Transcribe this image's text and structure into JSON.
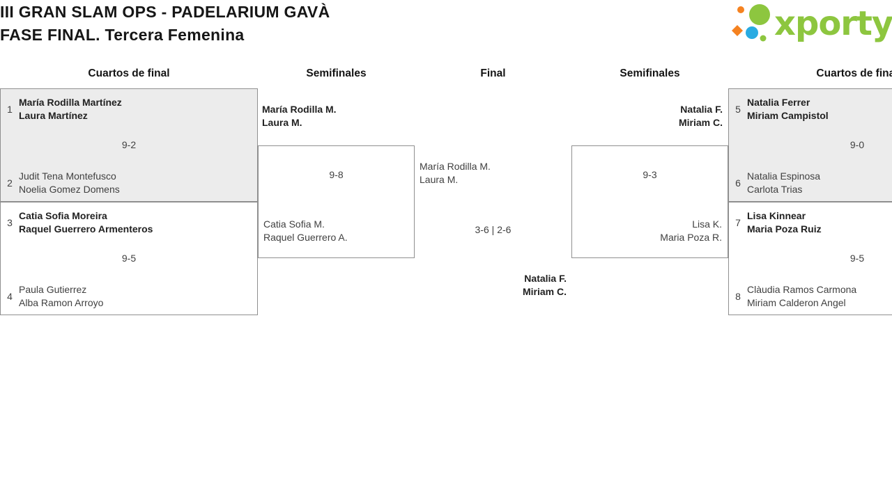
{
  "header": {
    "title_line1": "III GRAN SLAM OPS - PADELARIUM GAVÀ",
    "title_line2": "FASE FINAL. Tercera Femenina"
  },
  "logo": {
    "text": "xporty"
  },
  "columns": {
    "c1": "Cuartos de final",
    "c2": "Semifinales",
    "c3": "Final",
    "c4": "Semifinales",
    "c5": "Cuartos de final"
  },
  "matches": {
    "qf_left_top": {
      "seed_top": "1",
      "top_line1": "María Rodilla Martínez",
      "top_line2": "Laura Martínez",
      "score": "9-2",
      "seed_bottom": "2",
      "bottom_line1": "Judit Tena Montefusco",
      "bottom_line2": "Noelia Gomez Domens"
    },
    "qf_left_bottom": {
      "seed_top": "3",
      "top_line1": "Catia Sofia Moreira",
      "top_line2": "Raquel Guerrero Armenteros",
      "score": "9-5",
      "seed_bottom": "4",
      "bottom_line1": "Paula Gutierrez",
      "bottom_line2": "Alba Ramon Arroyo"
    },
    "sf_left": {
      "top_line1": "María Rodilla M.",
      "top_line2": "Laura M.",
      "score": "9-8",
      "bottom_line1": "Catia Sofia M.",
      "bottom_line2": "Raquel Guerrero A."
    },
    "final": {
      "top_line1": "María Rodilla M.",
      "top_line2": "Laura M.",
      "score": "3-6 | 2-6",
      "winner_line1": "Natalia F.",
      "winner_line2": "Miriam C."
    },
    "sf_right": {
      "top_line1": "Natalia F.",
      "top_line2": "Miriam C.",
      "score": "9-3",
      "bottom_line1": "Lisa K.",
      "bottom_line2": "Maria Poza R."
    },
    "qf_right_top": {
      "seed_top": "5",
      "top_line1": "Natalia Ferrer",
      "top_line2": "Miriam Campistol",
      "score": "9-0",
      "seed_bottom": "6",
      "bottom_line1": "Natalia Espinosa",
      "bottom_line2": "Carlota Trias"
    },
    "qf_right_bottom": {
      "seed_top": "7",
      "top_line1": "Lisa Kinnear",
      "top_line2": "Maria Poza Ruiz",
      "score": "9-5",
      "seed_bottom": "8",
      "bottom_line1": "Clàudia Ramos Carmona",
      "bottom_line2": "Miriam Calderon Angel"
    }
  },
  "colors": {
    "brand_green": "#8DC63F",
    "brand_orange": "#F58220",
    "brand_blue": "#29ABE2",
    "match_fill": "#ECECEC",
    "border": "#8F8F8F"
  }
}
